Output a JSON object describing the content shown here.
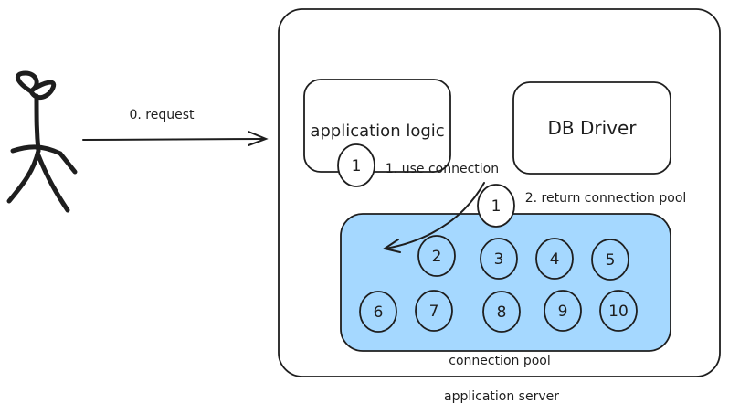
{
  "labels": {
    "request": "0. request",
    "app_logic": "application logic",
    "db_driver": "DB Driver",
    "use_connection": "1. use connection",
    "return_pool": "2. return connection pool",
    "pool": "connection pool",
    "server": "application server"
  },
  "connections": {
    "in_app_logic": "1",
    "returning": "1",
    "pool_items": [
      "2",
      "3",
      "4",
      "5",
      "6",
      "7",
      "8",
      "9",
      "10"
    ]
  },
  "colors": {
    "stroke": "#1e1e1e",
    "pool_fill": "#a5d8ff",
    "background": "#ffffff"
  }
}
